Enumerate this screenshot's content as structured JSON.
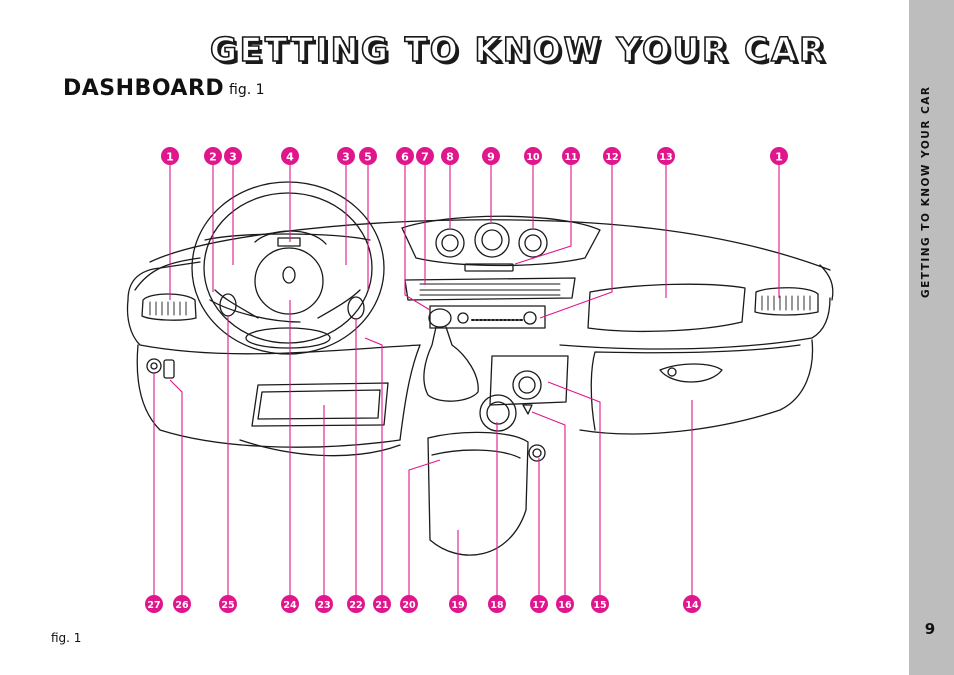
{
  "header": {
    "title": "GETTING TO KNOW YOUR CAR",
    "section": "DASHBOARD",
    "section_ref": "fig. 1"
  },
  "side_tab": {
    "label": "GETTING TO KNOW YOUR CAR",
    "page_number": "9"
  },
  "figure": {
    "caption": "fig. 1",
    "callout_color": "#e0168c",
    "top_callouts": [
      "1",
      "2",
      "3",
      "4",
      "3",
      "5",
      "6",
      "7",
      "8",
      "9",
      "10",
      "11",
      "12",
      "13",
      "1"
    ],
    "bottom_callouts": [
      "27",
      "26",
      "25",
      "24",
      "23",
      "22",
      "21",
      "20",
      "19",
      "18",
      "17",
      "16",
      "15",
      "14"
    ]
  },
  "colors": {
    "accent": "#e0168c",
    "tab_gray": "#bdbdbd",
    "line_art": "#1a1a1a"
  }
}
